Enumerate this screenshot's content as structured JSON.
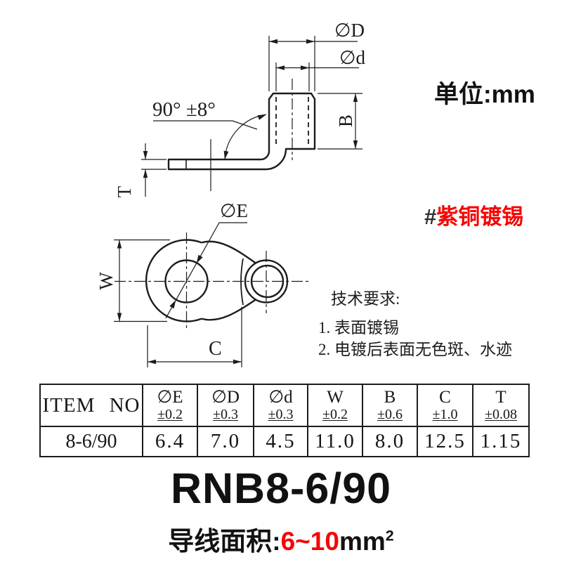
{
  "unit_label": "单位:mm",
  "material_tag": {
    "hash": "#",
    "name": "紫铜镀锡"
  },
  "tech_requirements": {
    "title": "技术要求:",
    "item1": "1. 表面镀锡",
    "item2": "2. 电镀后表面无色斑、水迹"
  },
  "side_view": {
    "angle": "90° ±8°",
    "dim_outer_diameter": "∅D",
    "dim_inner_diameter": "∅d",
    "dim_barrel_height": "B",
    "dim_thickness": "T"
  },
  "ring_view": {
    "dim_ring_diameter": "∅E",
    "dim_width": "W",
    "dim_length": "C"
  },
  "spec_table": {
    "item_header": "ITEM NO",
    "columns": [
      {
        "symbol": "∅E",
        "tolerance": "±0.2"
      },
      {
        "symbol": "∅D",
        "tolerance": "±0.3"
      },
      {
        "symbol": "∅d",
        "tolerance": "±0.3"
      },
      {
        "symbol": "W",
        "tolerance": "±0.2"
      },
      {
        "symbol": "B",
        "tolerance": "±0.6"
      },
      {
        "symbol": "C",
        "tolerance": "±1.0"
      },
      {
        "symbol": "T",
        "tolerance": "±0.08"
      }
    ],
    "row": {
      "item_no": "8-6/90",
      "values": [
        "6.4",
        "7.0",
        "4.5",
        "11.0",
        "8.0",
        "12.5",
        "1.15"
      ]
    }
  },
  "product": {
    "model": "RNB8-6/90",
    "wire_area_label": "导线面积:",
    "wire_area_range": "6~10",
    "wire_area_unit": "mm",
    "wire_area_sup": "2"
  },
  "colors": {
    "accent_red": "#f60505",
    "line": "#1c1c1c"
  }
}
